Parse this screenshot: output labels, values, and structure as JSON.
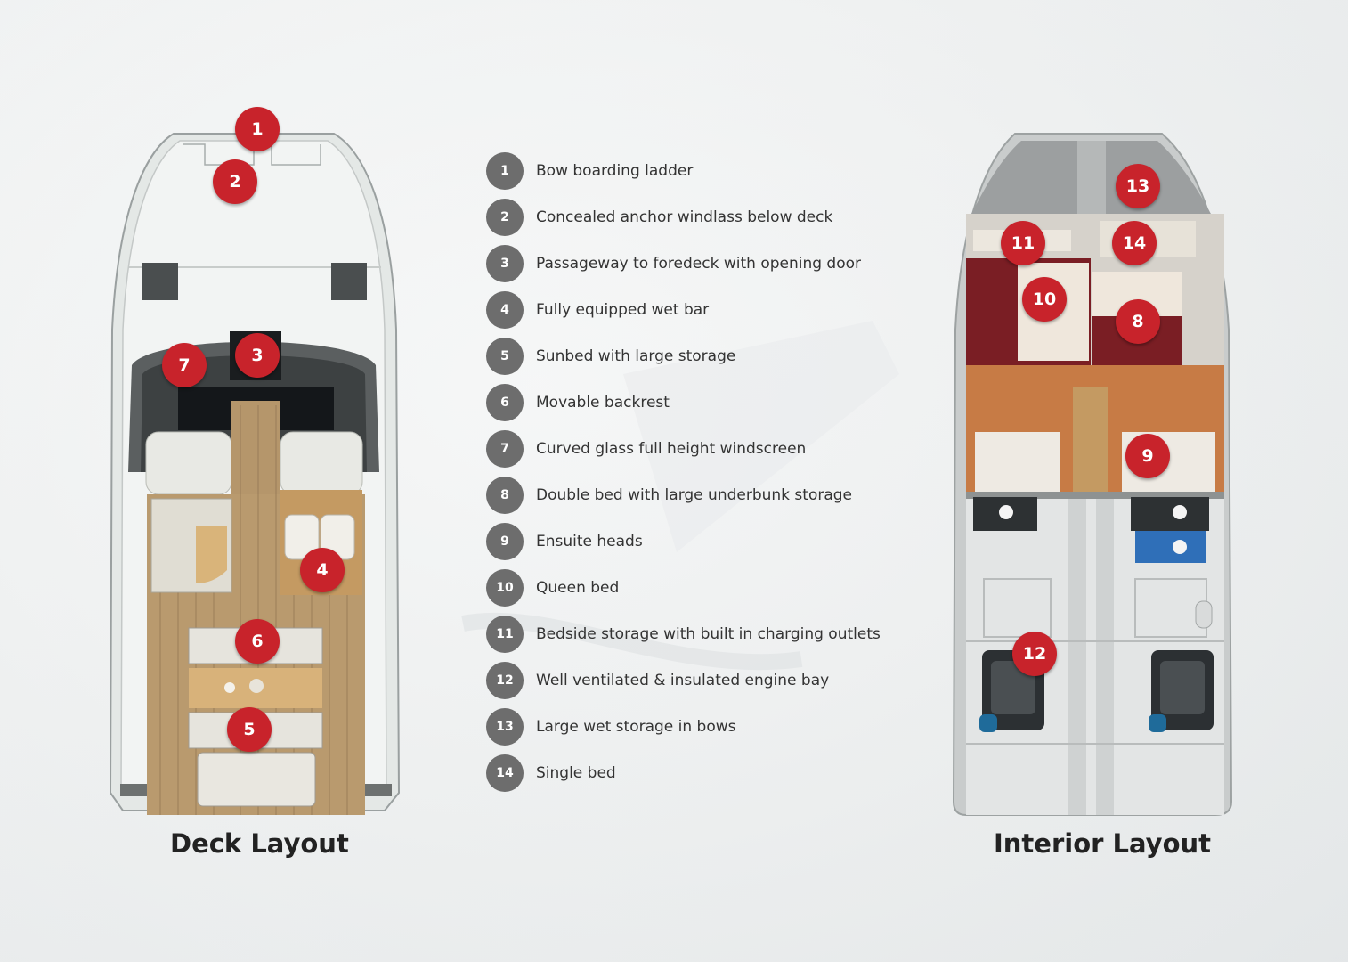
{
  "colors": {
    "marker": "#c8232b",
    "legend_badge": "#6d6d6d"
  },
  "deck": {
    "caption": "Deck Layout",
    "markers": [
      "1",
      "2",
      "3",
      "4",
      "5",
      "6",
      "7"
    ]
  },
  "interior": {
    "caption": "Interior Layout",
    "markers": [
      "8",
      "9",
      "10",
      "11",
      "12",
      "13",
      "14"
    ]
  },
  "legend": [
    {
      "num": "1",
      "text": "Bow boarding ladder"
    },
    {
      "num": "2",
      "text": "Concealed anchor windlass below deck"
    },
    {
      "num": "3",
      "text": "Passageway to foredeck with opening door"
    },
    {
      "num": "4",
      "text": "Fully equipped wet bar"
    },
    {
      "num": "5",
      "text": "Sunbed with large storage"
    },
    {
      "num": "6",
      "text": "Movable backrest"
    },
    {
      "num": "7",
      "text": "Curved glass full height windscreen"
    },
    {
      "num": "8",
      "text": "Double bed with large underbunk storage"
    },
    {
      "num": "9",
      "text": "Ensuite heads"
    },
    {
      "num": "10",
      "text": "Queen bed"
    },
    {
      "num": "11",
      "text": "Bedside storage with built in charging outlets"
    },
    {
      "num": "12",
      "text": "Well ventilated & insulated engine bay"
    },
    {
      "num": "13",
      "text": "Large wet storage in bows"
    },
    {
      "num": "14",
      "text": "Single bed"
    }
  ]
}
